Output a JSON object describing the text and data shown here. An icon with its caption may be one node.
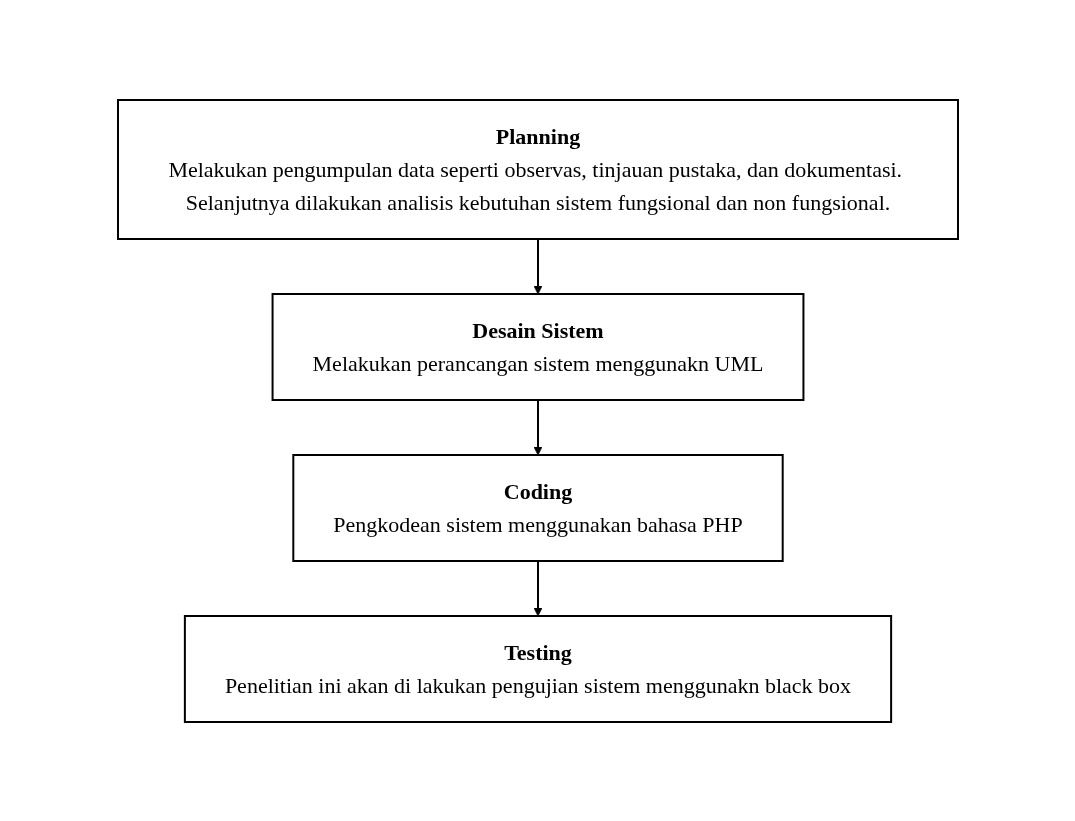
{
  "diagram": {
    "nodes": [
      {
        "text": [
          "Planning",
          "Melakukan pengumpulan data seperti observas, tinjauan pustaka, dan dokumentasi. Selanjutnya dilakukan analisis kebutuhan sistem fungsional dan non fungsional."
        ]
      },
      {
        "text": [
          "Desain Sistem",
          "Melakukan perancangan sistem menggunakn UML"
        ]
      },
      {
        "text": [
          "Coding",
          "Pengkodean sistem menggunakan bahasa PHP"
        ]
      },
      {
        "text": [
          "Testing",
          "Penelitian ini akan di lakukan pengujian sistem menggunakn black box"
        ]
      }
    ],
    "edges": [
      {
        "from": 0,
        "to": 1,
        "arrow": "to"
      },
      {
        "from": 1,
        "to": 2,
        "arrow": "to"
      },
      {
        "from": 2,
        "to": 3,
        "arrow": "to"
      }
    ]
  }
}
